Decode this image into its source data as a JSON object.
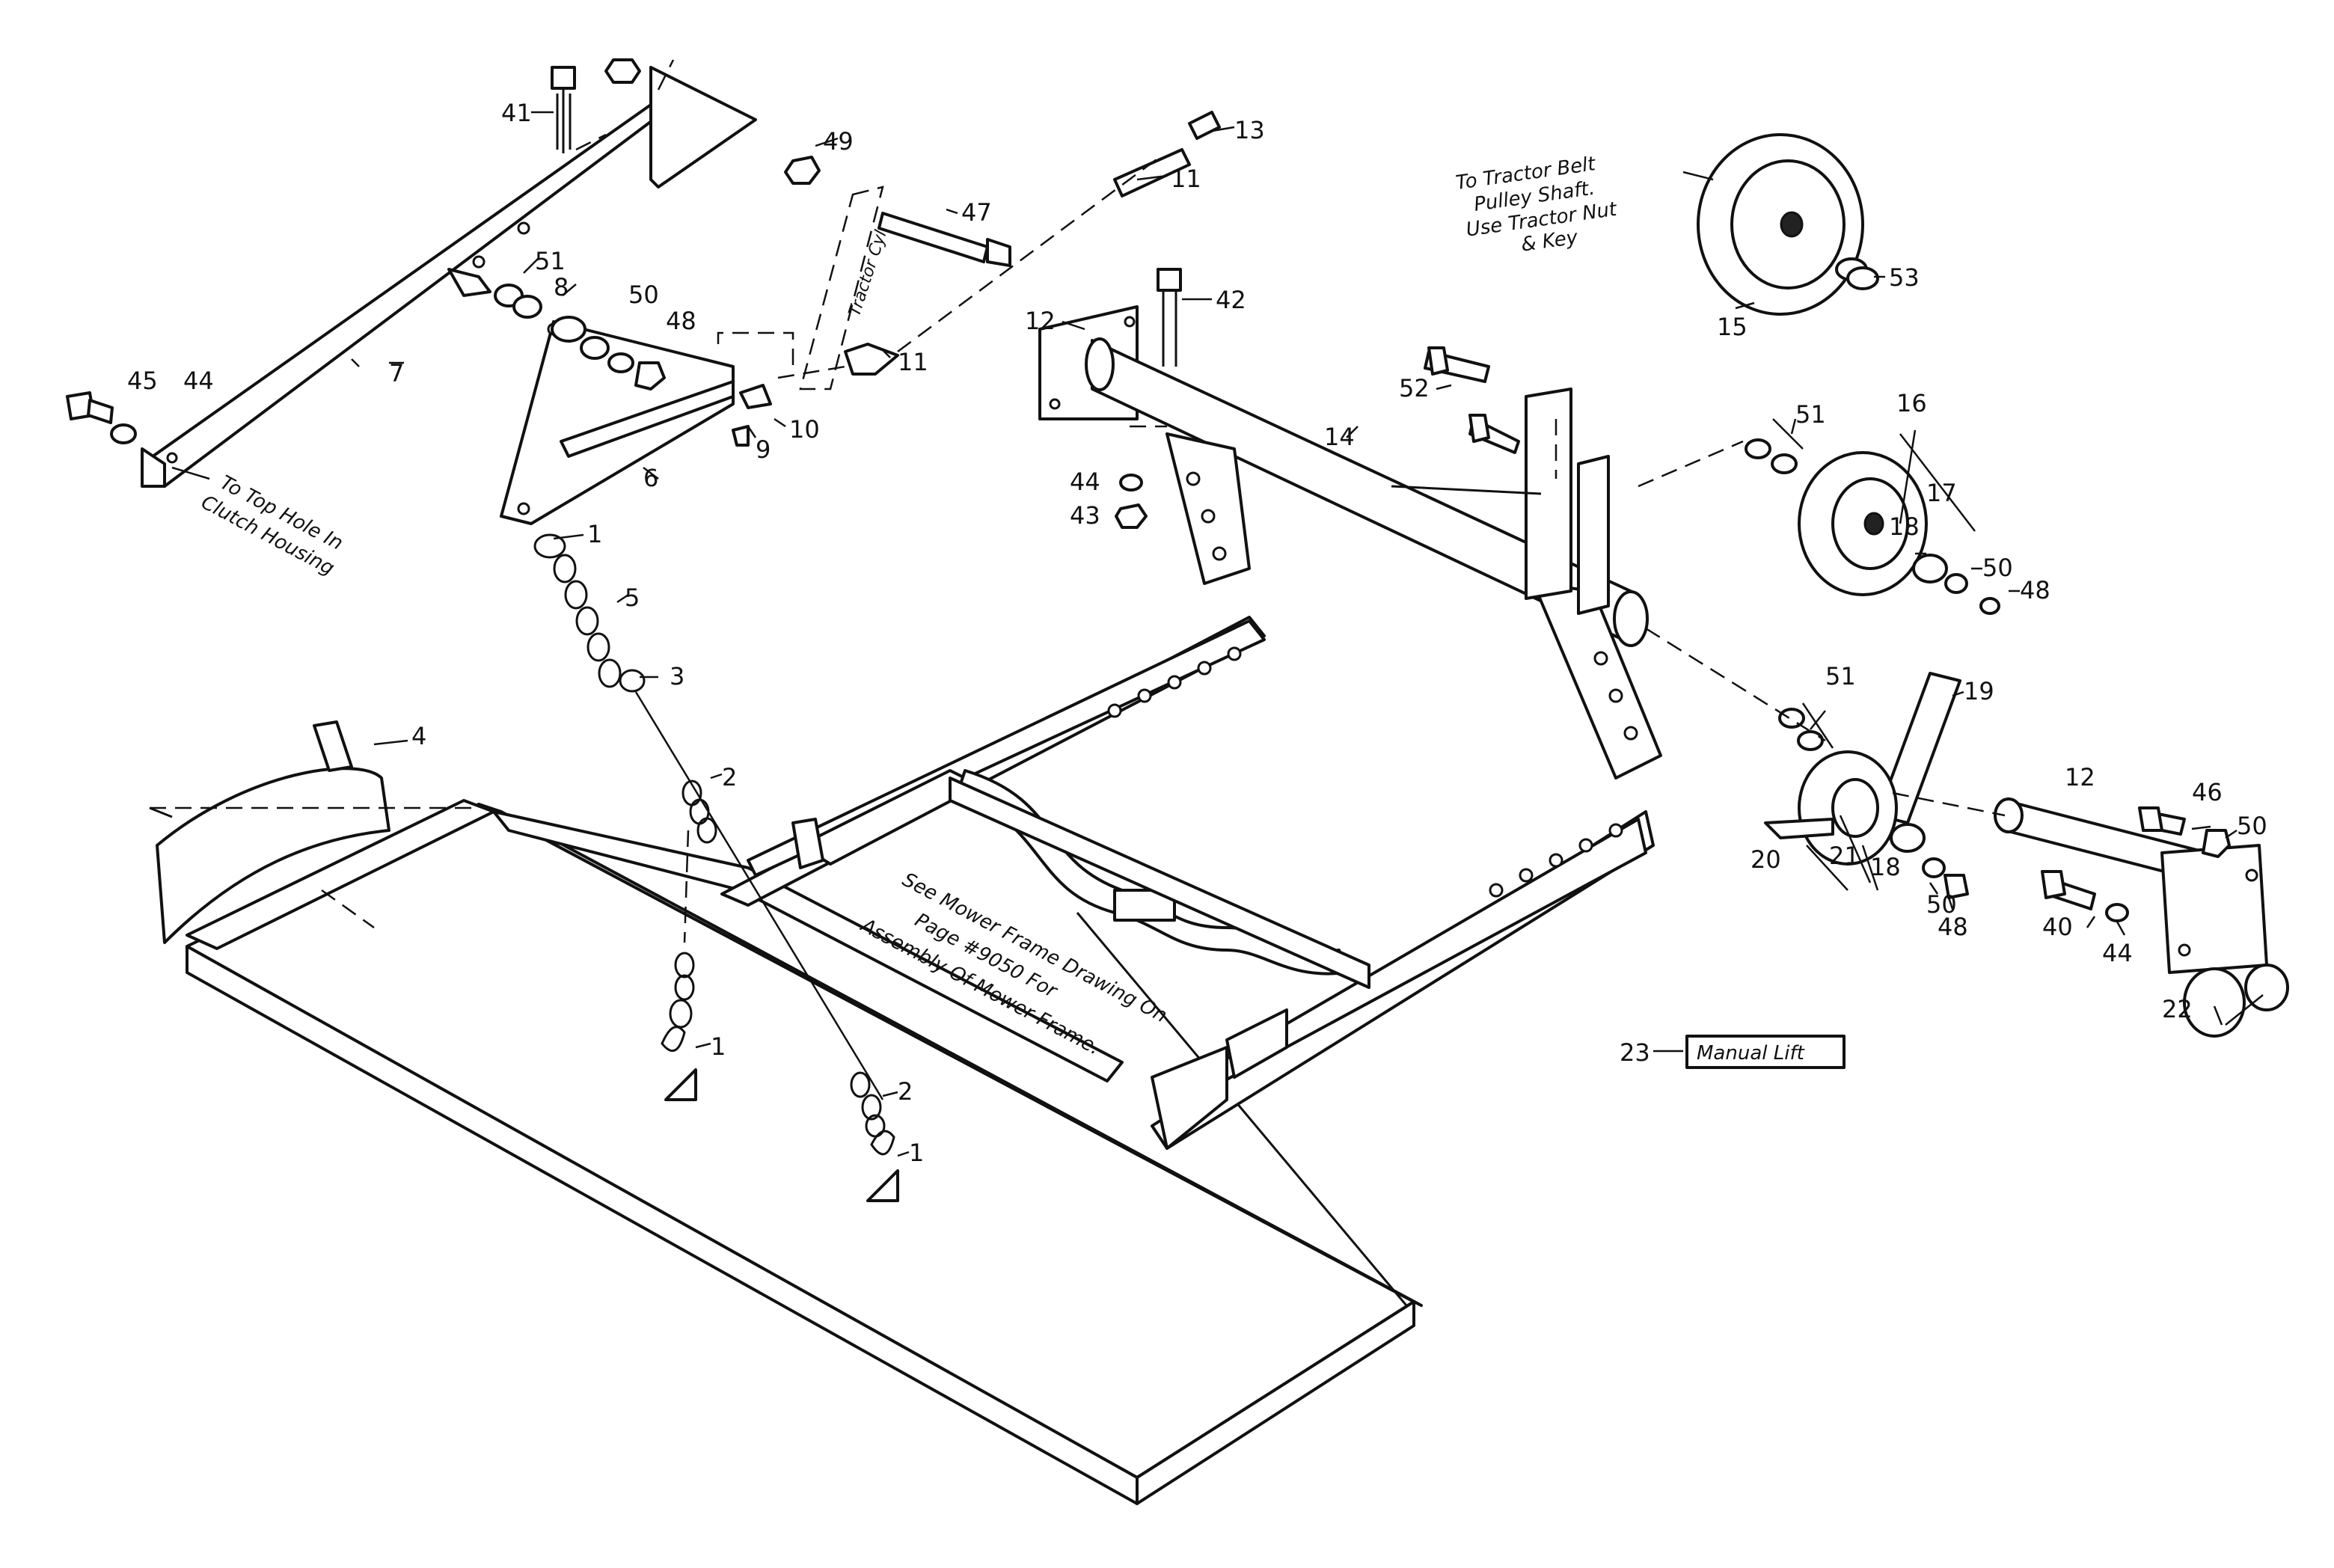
{
  "callouts": [
    "41",
    "49",
    "13",
    "11",
    "47",
    "12",
    "42",
    "53",
    "15",
    "51",
    "8",
    "50",
    "48",
    "45",
    "44",
    "7",
    "10",
    "9",
    "6",
    "11",
    "14",
    "52",
    "16",
    "17",
    "18",
    "44",
    "43",
    "1",
    "5",
    "3",
    "4",
    "2",
    "51",
    "19",
    "12",
    "46",
    "50",
    "21",
    "20",
    "18",
    "50",
    "48",
    "40",
    "44",
    "22",
    "1",
    "2",
    "1",
    "23",
    "51",
    "50",
    "48"
  ],
  "notes": {
    "tractor_belt": [
      "To Tractor Belt",
      "Pulley Shaft.",
      "Use Tractor Nut",
      "& Key"
    ],
    "clutch_housing": [
      "To Top Hole In",
      "Clutch Housing"
    ],
    "mower_frame": [
      "See Mower Frame Drawing On",
      "Page #9050 For",
      "Assembly Of Mower Frame."
    ],
    "tractor_cyl": "Tractor Cyl."
  },
  "manual_lift": {
    "number": "23",
    "label": "Manual Lift"
  }
}
